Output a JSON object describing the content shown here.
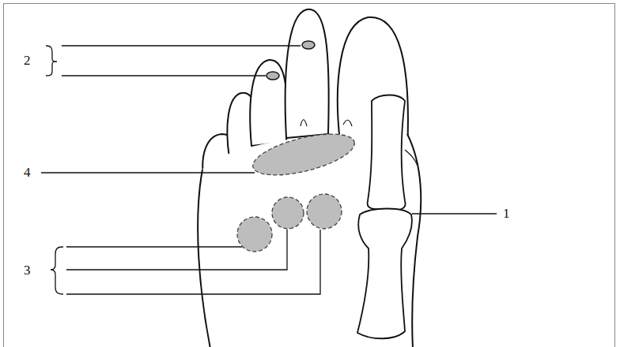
{
  "diagram": {
    "labels": [
      "2",
      "4",
      "3",
      "1"
    ]
  }
}
